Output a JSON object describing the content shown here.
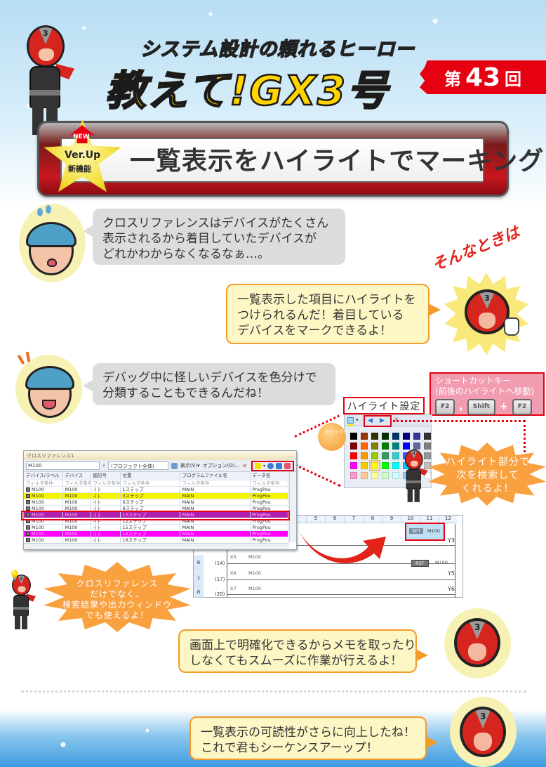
{
  "header": {
    "subtitle": "システム設計の頼れるヒーロー",
    "title": "教えて!GX3号",
    "episode": {
      "prefix": "第",
      "number": "43",
      "suffix": "回"
    },
    "hero_number": "3"
  },
  "feature_banner": {
    "badge_new": "NEW",
    "badge_ver": "Ver.Up",
    "badge_sub": "新機能",
    "title": "一覧表示をハイライトでマーキング"
  },
  "dialogue": {
    "worried_user": [
      "クロスリファレンスはデバイスがたくさん",
      "表示されるから着目していたデバイスが",
      "どれかわからなくなるなぁ…。"
    ],
    "sonna_tokiha": "そんなときは",
    "hero_answer": [
      "一覧表示した項目にハイライトを",
      "つけられるんだ！着目している",
      "デバイスをマークできるよ！"
    ],
    "happy_user": [
      "デバッグ中に怪しいデバイスを色分けで",
      "分類することもできるんだね！"
    ],
    "hero_tip": [
      "画面上で明確化できるからメモを取ったり",
      "しなくてもスムーズに作業が行えるよ！"
    ],
    "hero_closing": [
      "一覧表示の可読性がさらに向上したね！",
      "これで君もシーケンスアーップ！"
    ]
  },
  "callouts": {
    "shortcut_title": "ショートカットキー",
    "shortcut_sub": "(前後のハイライトへ移動)",
    "shortcut_keys": [
      "F2",
      ",",
      "Shift",
      "+",
      "F2"
    ],
    "highlight_setting_label": "ハイライト設定",
    "click_label": "クリック!",
    "search_burst": [
      "ハイライト部分で",
      "次を検索して",
      "くれるよ！"
    ],
    "usage_burst": [
      "クロスリファレンス",
      "だけでなく、",
      "検索結果や出力ウィンドウ",
      "でも使えるよ！"
    ]
  },
  "palette": {
    "colors": [
      "#000000",
      "#993300",
      "#333300",
      "#003300",
      "#003366",
      "#000080",
      "#333399",
      "#333333",
      "#800000",
      "#ff6600",
      "#808000",
      "#008000",
      "#008080",
      "#0000ff",
      "#666699",
      "#808080",
      "#ff0000",
      "#ff9900",
      "#99cc00",
      "#339966",
      "#33cccc",
      "#3366ff",
      "#800080",
      "#969696",
      "#ff00ff",
      "#ffcc00",
      "#ffff00",
      "#00ff00",
      "#00ffff",
      "#00ccff",
      "#993366",
      "#c0c0c0",
      "#ff99cc",
      "#ffcc99",
      "#ffff99",
      "#ccffcc",
      "#ccffff",
      "#99ccff",
      "#cc99ff",
      "#ffffff"
    ],
    "selected_index": 26
  },
  "xref_window": {
    "title": "クロスリファレンス1",
    "search_value": "M100",
    "scope": "(プロジェクト全体)",
    "menu_view": "表示(V)▾",
    "menu_options": "オプション(O)...",
    "columns": [
      "デバイス/ラベル",
      "デバイス",
      "図記号",
      "位置",
      "プログラムファイル名",
      "データ名"
    ],
    "filter_placeholder": "フィルタ条件",
    "rows": [
      {
        "label": "M100",
        "device": "M100",
        "symbol": "-( )-",
        "position": "1ステップ",
        "program": "MAIN",
        "data": "ProgPou",
        "highlight": ""
      },
      {
        "label": "M100",
        "device": "M100",
        "symbol": "-| |-",
        "position": "3ステップ",
        "program": "MAIN",
        "data": "ProgPou",
        "highlight": "#f5f500"
      },
      {
        "label": "M100",
        "device": "M100",
        "symbol": "-| |-",
        "position": "6ステップ",
        "program": "MAIN",
        "data": "ProgPou",
        "highlight": ""
      },
      {
        "label": "M100",
        "device": "M100",
        "symbol": "-| |-",
        "position": "9ステップ",
        "program": "MAIN",
        "data": "ProgPou",
        "highlight": ""
      },
      {
        "label": "M100",
        "device": "M100",
        "symbol": "-[ ]-",
        "position": "10ステップ",
        "program": "MAIN",
        "data": "ProgPou",
        "highlight": "#b01fb0"
      },
      {
        "label": "M100",
        "device": "M100",
        "symbol": "-| |-",
        "position": "12ステップ",
        "program": "MAIN",
        "data": "ProgPou",
        "highlight": ""
      },
      {
        "label": "M100",
        "device": "M100",
        "symbol": "-| |-",
        "position": "15ステップ",
        "program": "MAIN",
        "data": "ProgPou",
        "highlight": ""
      },
      {
        "label": "M100",
        "device": "M100",
        "symbol": "-[ ]-",
        "position": "16ステップ",
        "program": "MAIN",
        "data": "ProgPou",
        "highlight": "#ff00ff"
      },
      {
        "label": "M100",
        "device": "M100",
        "symbol": "-| |-",
        "position": "18ステップ",
        "program": "MAIN",
        "data": "ProgPou",
        "highlight": ""
      }
    ]
  },
  "ladder": {
    "columns": [
      "5",
      "6",
      "7",
      "8",
      "9",
      "10",
      "11",
      "12"
    ],
    "set_instruction": "SET",
    "set_device": "M100",
    "coil_y3": "Y3",
    "rows": [
      {
        "no": "6",
        "step": "(14)",
        "contact1": "X5",
        "contact2": "M100",
        "output_instr": "RST",
        "output_dev": "M100"
      },
      {
        "no": "7",
        "step": "(17)",
        "contact1": "X6",
        "contact2": "M100",
        "output_coil": "Y5"
      },
      {
        "no": "8",
        "step": "(20)",
        "contact1": "X7",
        "contact2": "M100",
        "output_coil": "Y6"
      }
    ]
  },
  "colors": {
    "accent_red": "#e60012",
    "bubble_orange": "#f29b2a",
    "bubble_yellow": "#fdf7c6",
    "bubble_gray": "#dcdcdc",
    "burst_orange": "#f9a03f",
    "shortcut_pink": "#f29cb1"
  }
}
